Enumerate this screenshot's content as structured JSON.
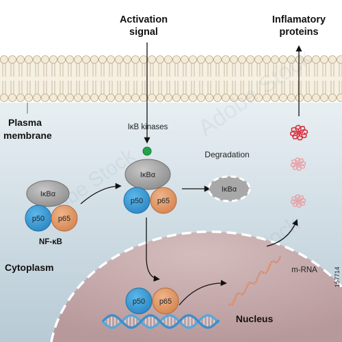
{
  "labels": {
    "activation_signal_line1": "Activation",
    "activation_signal_line2": "signal",
    "inflamatory_line1": "Inflamatory",
    "inflamatory_line2": "proteins",
    "plasma_line1": "Plasma",
    "plasma_line2": "membrane",
    "ikb_kinases": "IκB kinases",
    "degradation": "Degradation",
    "nfkb": "NF-κB",
    "cytoplasm": "Cytoplasm",
    "nucleus": "Nucleus",
    "mrna": "m-RNA"
  },
  "proteins": {
    "ikba": "IκBα",
    "p50": "p50",
    "p65": "p65"
  },
  "stock_id": "157714",
  "watermark": "Adobe Stock",
  "colors": {
    "cytoplasm_top": "#e6edf1",
    "cytoplasm_bottom": "#b9cbd6",
    "nucleus": "#c9aeb0",
    "membrane_head": "#f4ead6",
    "membrane_stroke": "#b7a98c",
    "ikba": "#a3a3a3",
    "p50": "#3fa0dc",
    "p65": "#e29a6a",
    "phosphate": "#23a24a",
    "protein_red": "#d9323e",
    "protein_pink": "#e8a0a6",
    "mrna": "#e2845a",
    "dna_blue": "#5aa7d9"
  }
}
